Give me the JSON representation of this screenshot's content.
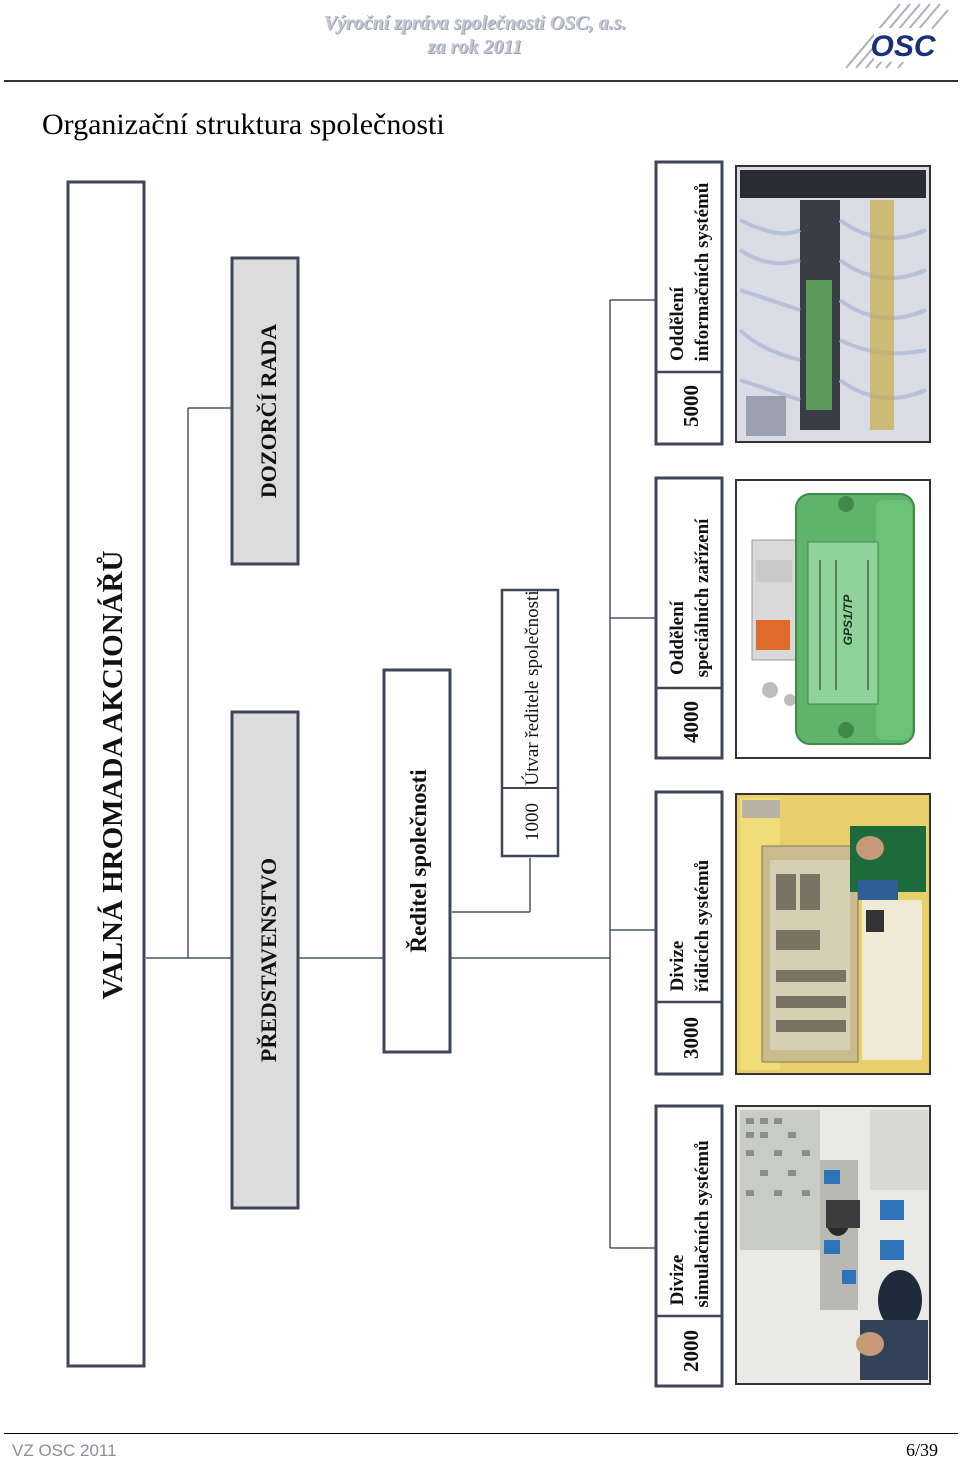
{
  "header": {
    "line1": "Výroční zpráva společnosti OSC, a.s.",
    "line2": "za rok 2011",
    "logo_text": "OSC"
  },
  "page_title": "Organizační struktura společnosti",
  "org": {
    "shareholders": "VALNÁ HROMADA AKCIONÁŘŮ",
    "board": "PŘEDSTAVENSTVO",
    "supervisory": "DOZORČÍ RADA",
    "ceo": "Ředitel společnosti",
    "ceo_unit_code": "1000",
    "ceo_unit_name": "Útvar ředitele společnosti",
    "divisions": [
      {
        "code": "2000",
        "line1": "Divize",
        "line2": "simulačních systémů",
        "photo": "control-room-photo"
      },
      {
        "code": "3000",
        "line1": "Divize",
        "line2": "řídicích systémů",
        "photo": "cabinet-technician-photo"
      },
      {
        "code": "4000",
        "line1": "Oddělení",
        "line2": "speciálních zařízení",
        "photo": "green-module-photo"
      },
      {
        "code": "5000",
        "line1": "Oddělení",
        "line2": "informačních systémů",
        "photo": "wired-rack-photo"
      }
    ],
    "module_label": "GPS1/TP"
  },
  "footer": {
    "left": "VZ OSC 2011",
    "right": "6/39"
  },
  "colors": {
    "box_border": "#3e4658",
    "box_fill_grey": "#dcdcdc",
    "connector": "#4a5468",
    "module_green": "#5fb36a",
    "logo_blue": "#1a2f7a"
  }
}
